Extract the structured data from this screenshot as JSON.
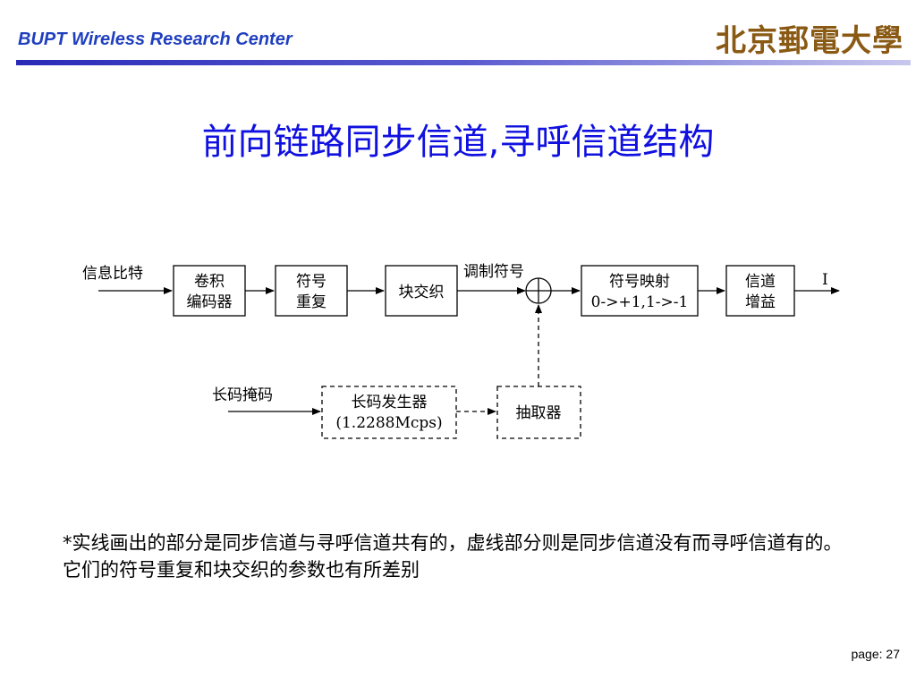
{
  "header": {
    "title": "BUPT Wireless Research Center",
    "logo_text": "北京郵電大學"
  },
  "slide_title": "前向链路同步信道,寻呼信道结构",
  "diagram": {
    "input_label": "信息比特",
    "conv_encoder": [
      "卷积",
      "编码器"
    ],
    "symbol_repeat": [
      "符号",
      "重复"
    ],
    "block_interleave": "块交织",
    "modulation_symbol_label": "调制符号",
    "symbol_mapping": [
      "符号映射",
      "0->+1,1->-1"
    ],
    "channel_gain": [
      "信道",
      "增益"
    ],
    "output_label": "I",
    "long_code_mask_label": "长码掩码",
    "long_code_generator": [
      "长码发生器",
      "(1.2288Mcps)"
    ],
    "decimator": "抽取器"
  },
  "footnote": "*实线画出的部分是同步信道与寻呼信道共有的，虚线部分则是同步信道没有而寻呼信道有的。它们的符号重复和块交织的参数也有所差别",
  "page_label": "page:",
  "page_number": "27",
  "colors": {
    "header_title": "#1f3fbf",
    "slide_title": "#1010e0",
    "logo": "#8a5a14",
    "rule_start": "#2a2ab8",
    "rule_end": "#c8c8ee"
  }
}
